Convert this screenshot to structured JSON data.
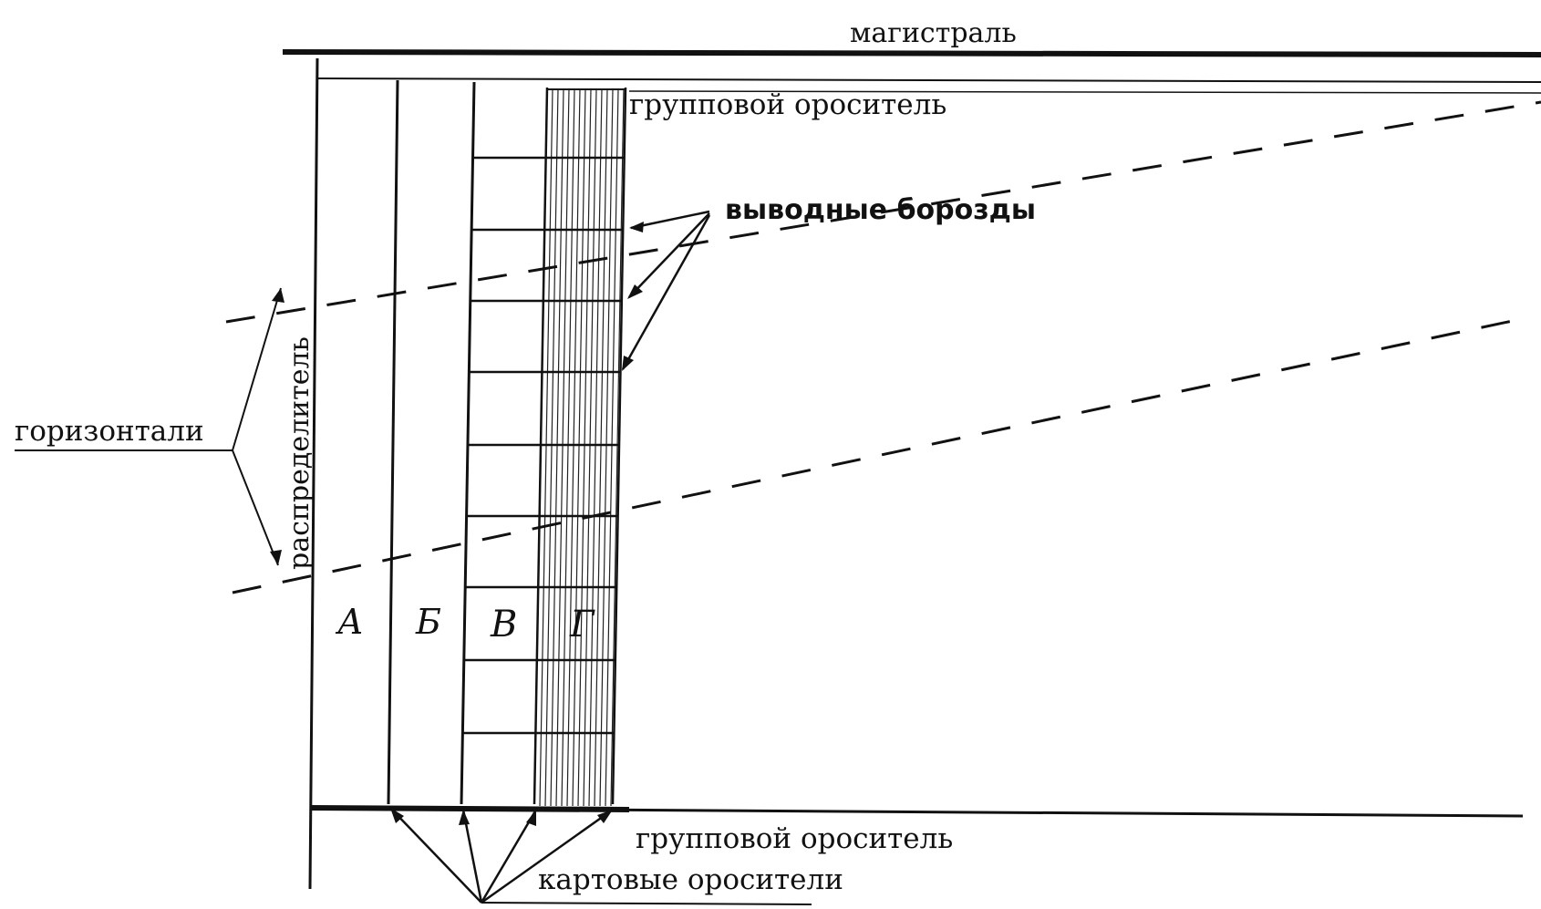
{
  "labels": {
    "main_canal": "магистраль",
    "group_sprinkler_top": "групповой ороситель",
    "outlet_furrows": "выводные борозды",
    "contour_lines": "горизонтали",
    "distributor": "распределитель",
    "group_sprinkler_bottom": "групповой ороситель",
    "field_sprinklers": "картовые оросители"
  },
  "sections": [
    "А",
    "Б",
    "В",
    "Г"
  ],
  "colors": {
    "ink": "#111111",
    "paper": "#ffffff"
  }
}
